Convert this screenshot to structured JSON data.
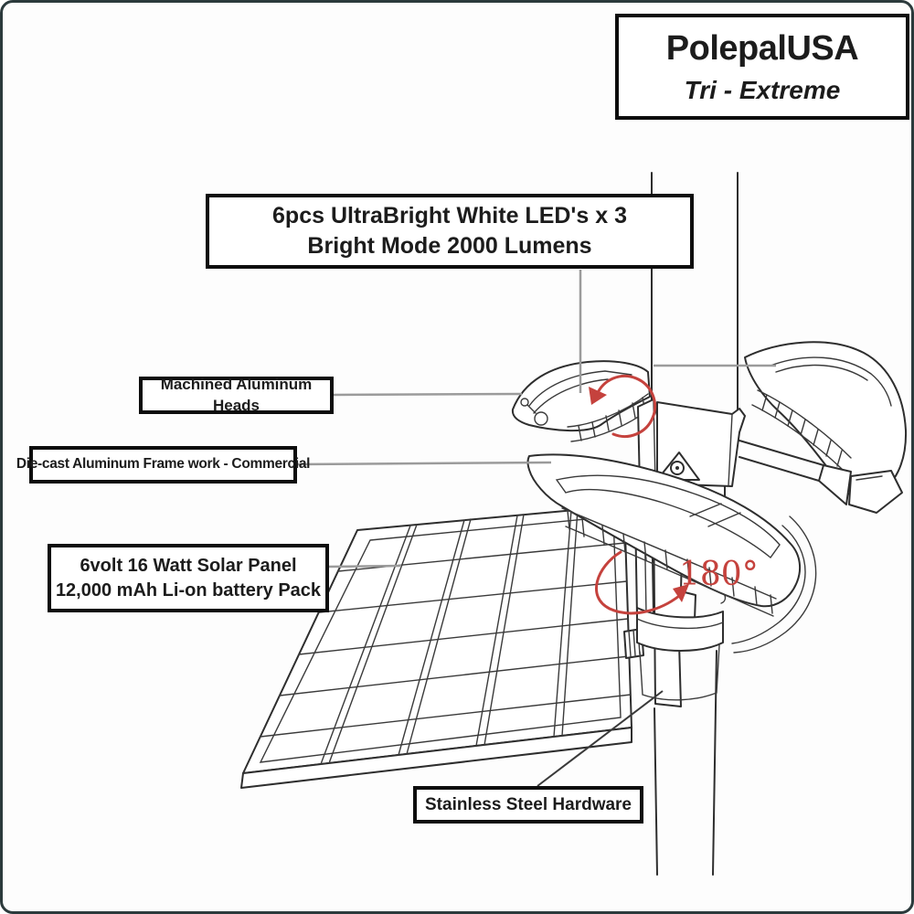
{
  "brand": {
    "title": "PolepalUSA",
    "subtitle": "Tri - Extreme"
  },
  "callouts": {
    "leds_line1": "6pcs UltraBright White LED's x 3",
    "leds_line2": "Bright Mode 2000 Lumens",
    "heads": "Machined Aluminum Heads",
    "frame": "Die-cast Aluminum Frame work - Commercial",
    "solar_line1": "6volt 16 Watt Solar Panel",
    "solar_line2": "12,000 mAh Li-on battery Pack",
    "hardware": "Stainless Steel Hardware"
  },
  "annotations": {
    "rotation_angle": "180°"
  },
  "colors": {
    "accent_red": "#c5423d",
    "drawing_line": "#2e2e2e",
    "connector_gray": "#9b9b9b",
    "outer_border": "#2c3a3c",
    "box_border": "#0d0d0d"
  }
}
